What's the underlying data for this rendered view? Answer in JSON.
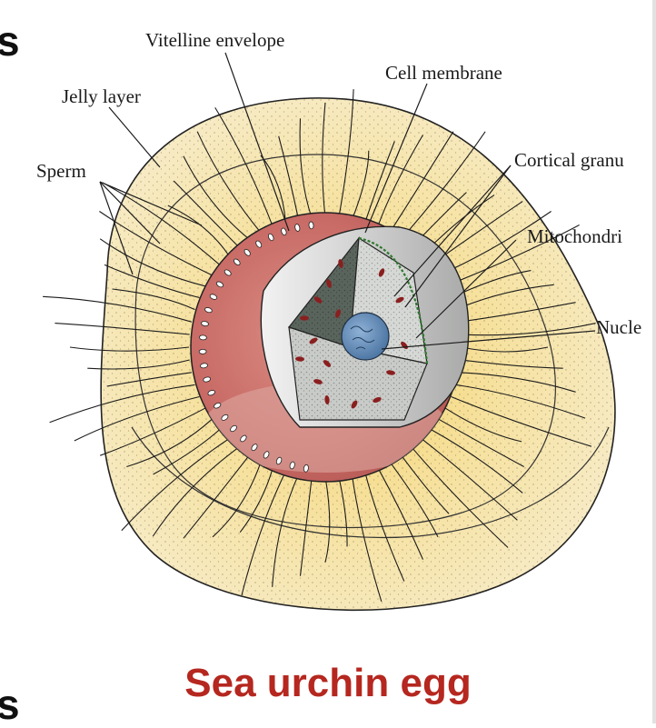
{
  "labels": {
    "vitelline_envelope": "Vitelline envelope",
    "cell_membrane": "Cell membrane",
    "jelly_layer": "Jelly layer",
    "sperm": "Sperm",
    "cortical_granules": "Cortical granu",
    "mitochondria": "Mitochondri",
    "nucleus": "Nucle"
  },
  "caption": "Sea urchin egg",
  "left_fragments": {
    "top": "s",
    "bottom": "s"
  },
  "colors": {
    "caption": "#b5271f",
    "jelly_outer": "#f7ecc9",
    "jelly_inner": "#f2cf63",
    "vitelline_red": "#c96b66",
    "cytoplasm_gray": "#cfd0cf",
    "interior_dark": "#59645d",
    "organelle_red": "#8a1f1f",
    "nucleus_blue": "#5c86b2"
  }
}
